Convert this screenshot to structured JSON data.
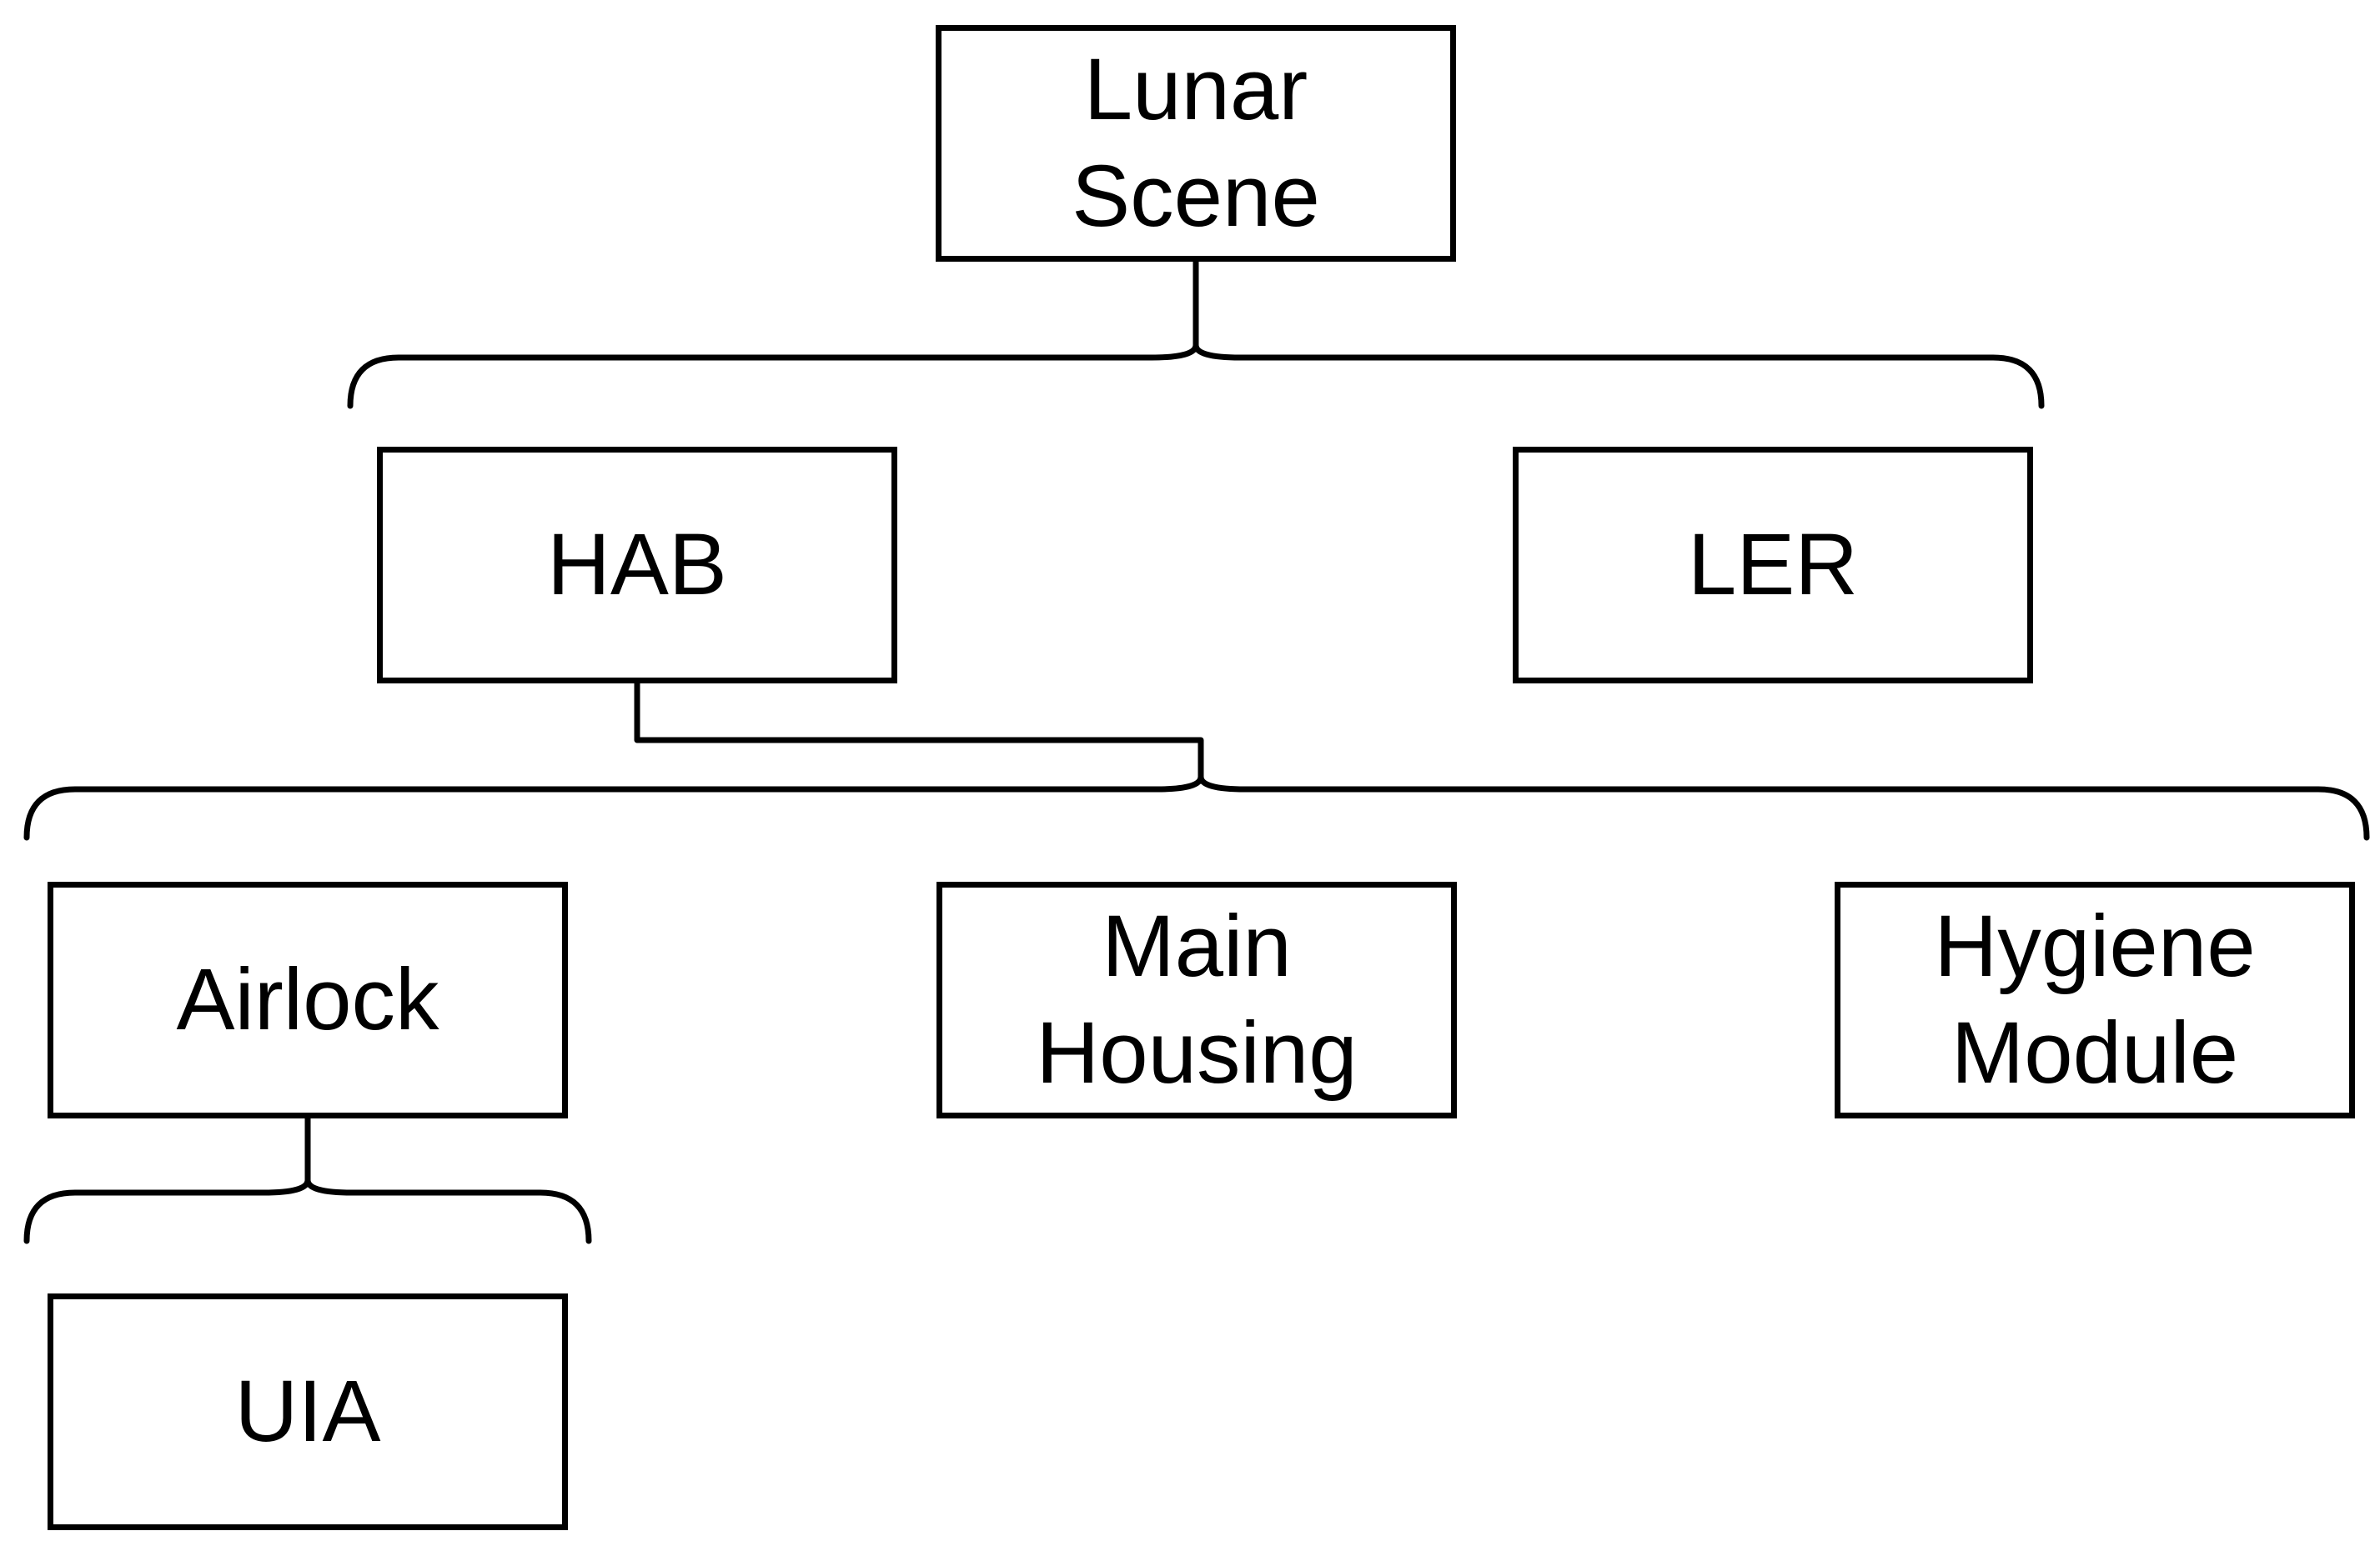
{
  "diagram": {
    "type": "tree",
    "colors": {
      "background": "#ffffff",
      "node_fill": "#ffffff",
      "node_border": "#000000",
      "text": "#000000",
      "connector": "#000000"
    },
    "nodes": [
      {
        "id": "lunar-scene",
        "label": "Lunar Scene"
      },
      {
        "id": "hab",
        "label": "HAB"
      },
      {
        "id": "ler",
        "label": "LER"
      },
      {
        "id": "airlock",
        "label": "Airlock"
      },
      {
        "id": "main-housing",
        "label": "Main Housing"
      },
      {
        "id": "hygiene-module",
        "label": "Hygiene Module"
      },
      {
        "id": "uia",
        "label": "UIA"
      }
    ],
    "edges": [
      {
        "from": "lunar-scene",
        "to": "hab"
      },
      {
        "from": "lunar-scene",
        "to": "ler"
      },
      {
        "from": "hab",
        "to": "airlock"
      },
      {
        "from": "hab",
        "to": "main-housing"
      },
      {
        "from": "hab",
        "to": "hygiene-module"
      },
      {
        "from": "airlock",
        "to": "uia"
      }
    ]
  }
}
